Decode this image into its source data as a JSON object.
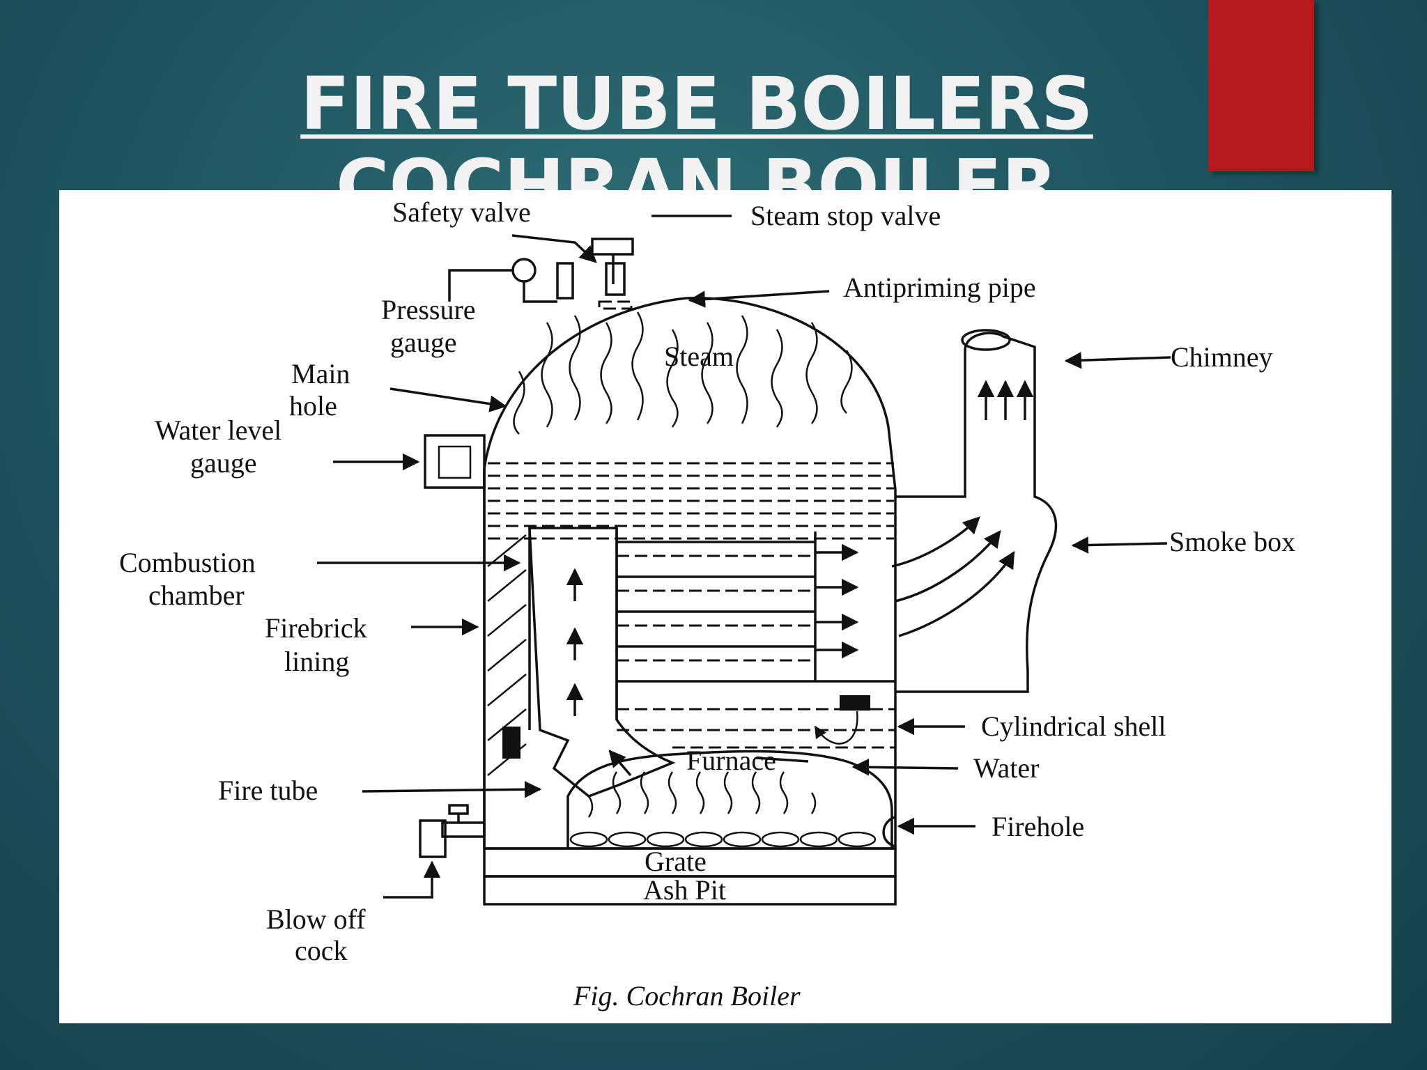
{
  "slide": {
    "title_line1": "FIRE TUBE BOILERS",
    "title_line2": "COCHRAN BOILER"
  },
  "diagram": {
    "caption": "Fig. Cochran Boiler",
    "labels": {
      "safety_valve": "Safety valve",
      "steam_stop_valve": "Steam stop valve",
      "antipriming_pipe": "Antipriming pipe",
      "pressure_gauge_1": "Pressure",
      "pressure_gauge_2": "gauge",
      "main_hole_1": "Main",
      "main_hole_2": "hole",
      "water_level_gauge_1": "Water level",
      "water_level_gauge_2": "gauge",
      "chimney": "Chimney",
      "steam": "Steam",
      "smoke_box": "Smoke box",
      "combustion_chamber_1": "Combustion",
      "combustion_chamber_2": "chamber",
      "firebrick_lining_1": "Firebrick",
      "firebrick_lining_2": "lining",
      "cylindrical_shell": "Cylindrical shell",
      "water": "Water",
      "furnace": "Furnace",
      "fire_tube": "Fire tube",
      "firehole": "Firehole",
      "grate": "Grate",
      "ash_pit": "Ash Pit",
      "blow_off_cock_1": "Blow off",
      "blow_off_cock_2": "cock"
    }
  }
}
